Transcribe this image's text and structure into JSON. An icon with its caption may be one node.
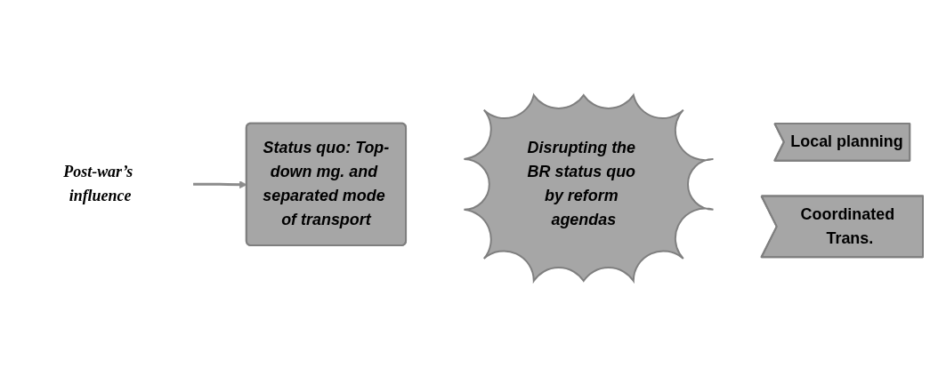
{
  "diagram": {
    "nodes": [
      {
        "text": [
          "Post-war’s influence"
        ]
      },
      {
        "text": [
          "Status quo: Top-down mg. and separated mode of transport"
        ]
      },
      {
        "text": [
          "Disrupting the BR status quo by reform agendas"
        ]
      },
      {
        "text": [
          "Local planning"
        ]
      },
      {
        "text": [
          "Coordinated Trans."
        ]
      }
    ],
    "edges": [
      {
        "from": 0,
        "to": 1,
        "arrow": "to"
      }
    ]
  }
}
